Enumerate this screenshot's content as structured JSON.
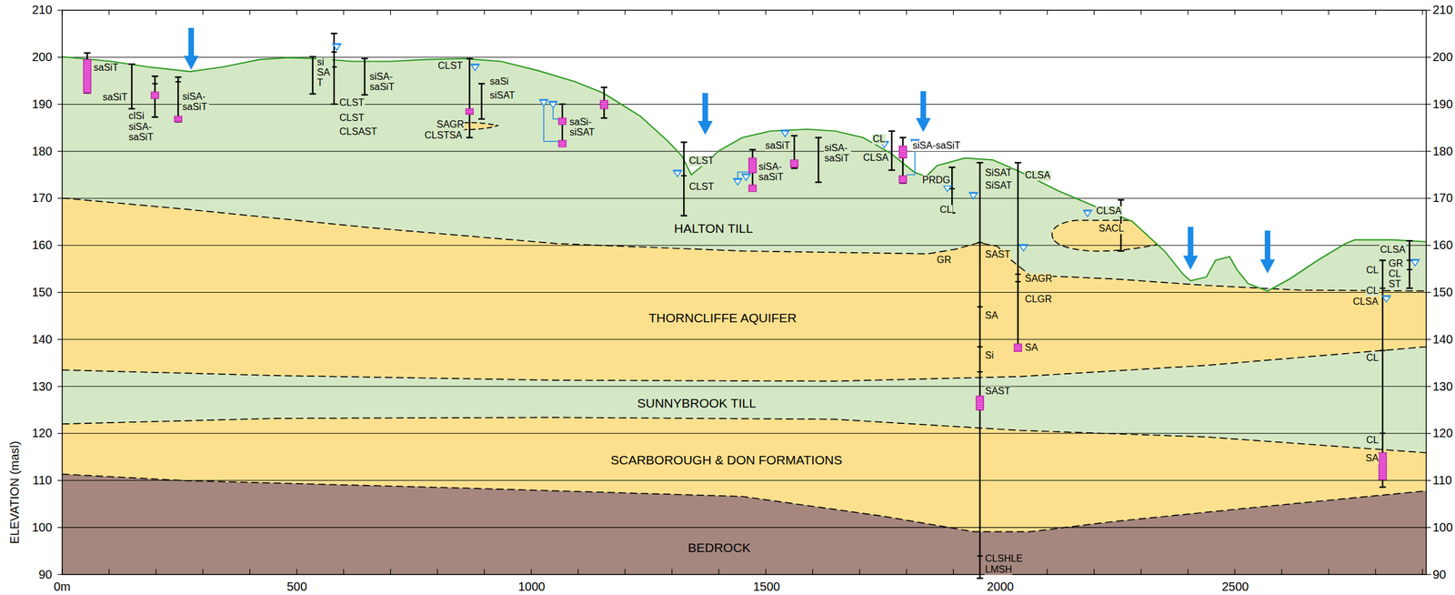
{
  "diagram": {
    "labels": [
      "210",
      "200",
      "190",
      "180",
      "170",
      "160",
      "150",
      "140",
      "130",
      "120",
      "110",
      "100",
      "90",
      "210",
      "200",
      "190",
      "180",
      "170",
      "160",
      "150",
      "140",
      "130",
      "120",
      "110",
      "100",
      "90",
      "0m",
      "500",
      "1000",
      "1500",
      "2000",
      "2500",
      "ELEVATION (masl)",
      "HALTON TILL",
      "THORNCLIFFE AQUIFER",
      "SUNNYBROOK TILL",
      "SCARBOROUGH & DON FORMATIONS",
      "BEDROCK",
      "saSiT",
      "saSiT",
      "clSi",
      "siSA- saSiT",
      "siSA- saSiT",
      "si SA T",
      "siSA- saSiT",
      "CLST",
      "CLST",
      "CLSAST",
      "CLST",
      "saSi",
      "siSAT",
      "SAGR",
      "CLSTSA",
      "saSi- siSAT",
      "CLST",
      "CLST",
      "saSiT",
      "siSA- saSiT",
      "siSA- saSiT",
      "CL",
      "CLSA",
      "siSA-saSiT",
      "PRDG",
      "CL",
      "SiSAT",
      "SiSAT",
      "CLSA",
      "GR",
      "SAST",
      "SAGR",
      "CLGR",
      "SA",
      "SA",
      "Si",
      "SAST",
      "CLSHLE",
      "LMSH",
      "CLSA",
      "SACL",
      "CLSA",
      "GR",
      "CL",
      "ST",
      "CL",
      "CL",
      "CLSA",
      "CL",
      "CL",
      "SA"
    ]
  }
}
